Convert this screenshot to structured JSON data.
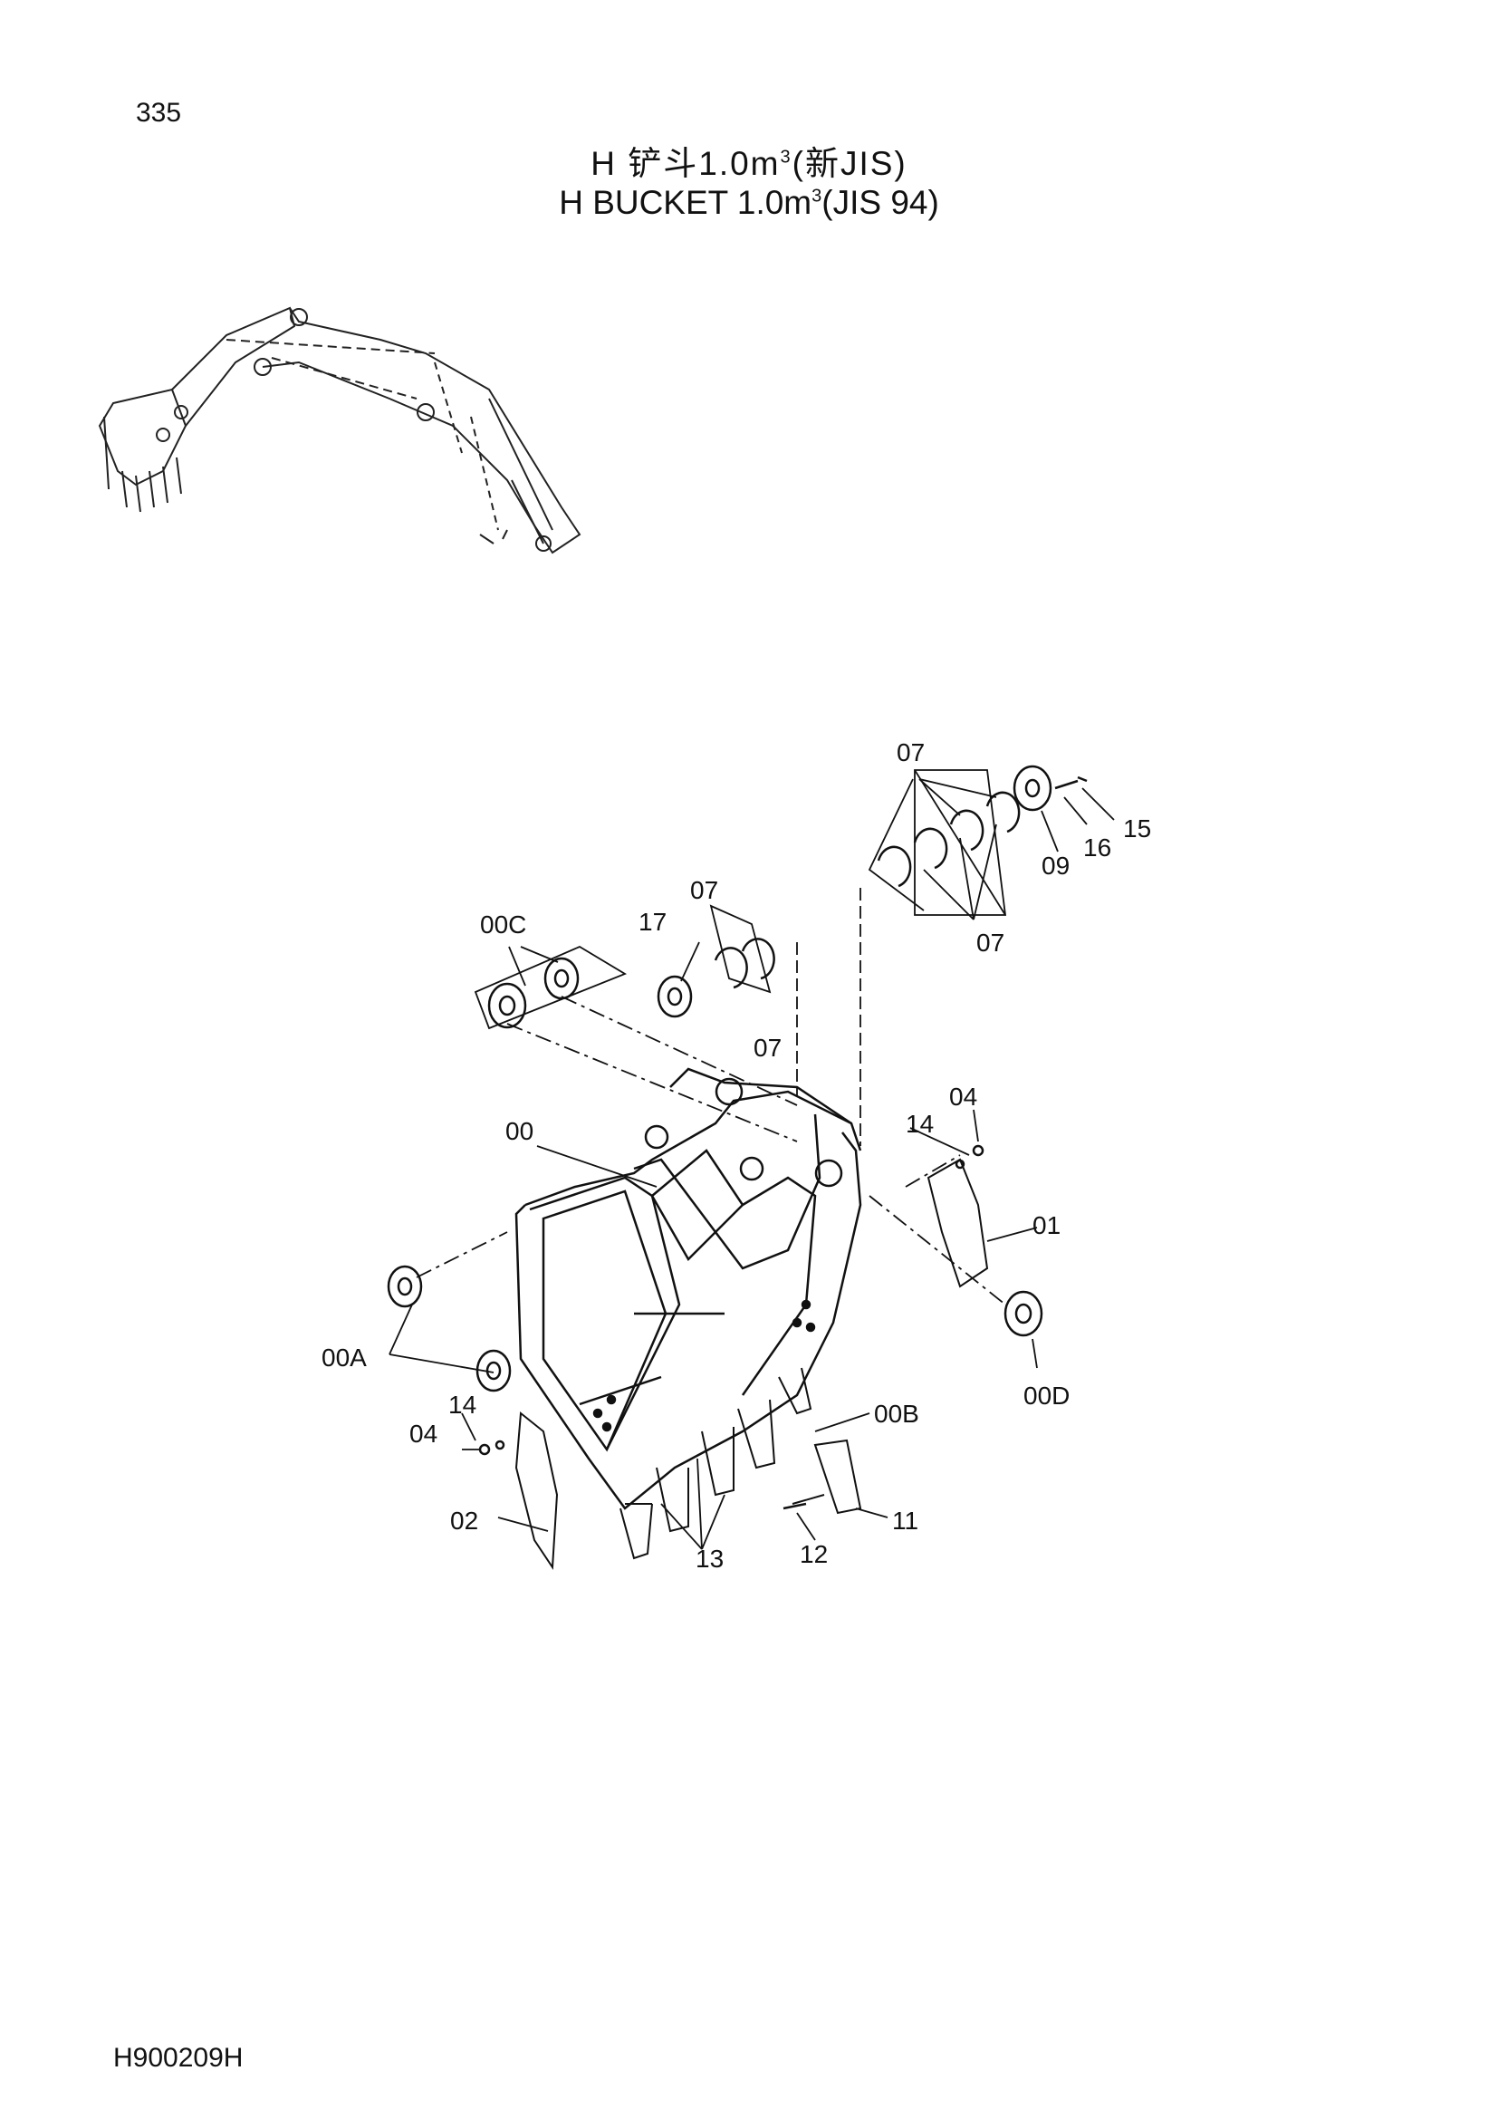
{
  "page_number": "335",
  "title_cn": {
    "main": "H 铲斗1.0m",
    "sup": "3",
    "tail": "(新JIS)"
  },
  "title_en": {
    "main": "H BUCKET 1.0m",
    "sup": "3",
    "tail": "(JIS 94)"
  },
  "doc_code": "H900209H",
  "part_labels": {
    "p07_top": "07",
    "p15": "15",
    "p16": "16",
    "p09": "09",
    "p07_right": "07",
    "p07_mid": "07",
    "p07_low": "07",
    "p17": "17",
    "p00C": "00C",
    "p00": "00",
    "p04_right": "04",
    "p14_right": "14",
    "p01": "01",
    "p00A": "00A",
    "p00D": "00D",
    "p00B": "00B",
    "p14_left": "14",
    "p04_left": "04",
    "p02": "02",
    "p13": "13",
    "p12": "12",
    "p11": "11"
  }
}
